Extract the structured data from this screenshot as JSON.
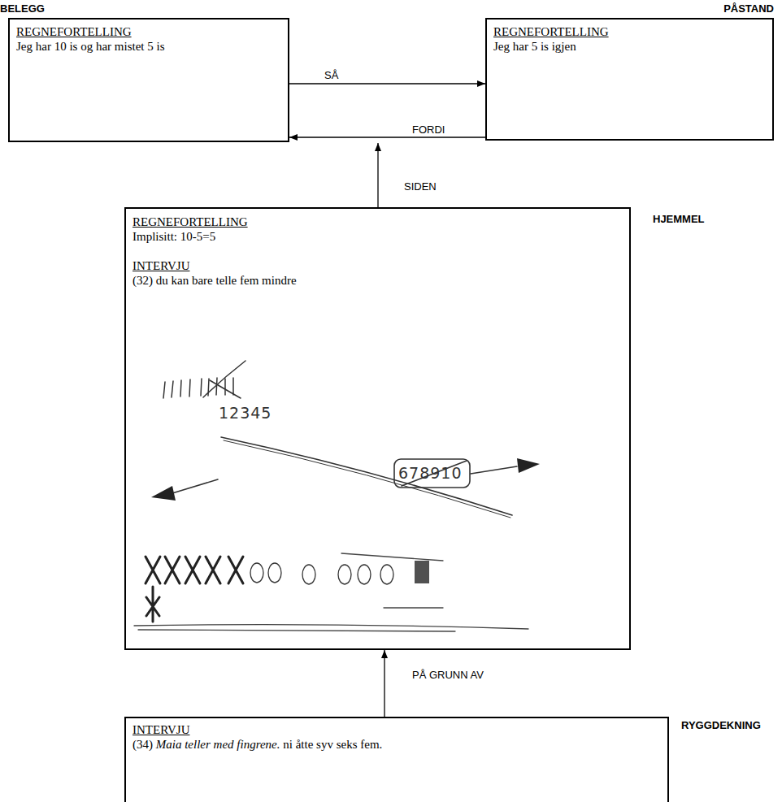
{
  "diagram": {
    "nodes": [
      {
        "text": [
          "BELEGG",
          "REGNEFORTELLING",
          "Jeg har 10 is og har mistet 5 is"
        ]
      },
      {
        "text": [
          "PÅSTAND",
          "REGNEFORTELLING",
          "Jeg har 5 is igjen"
        ]
      },
      {
        "text": [
          "HJEMMEL",
          "REGNEFORTELLING",
          "Implisitt: 10-5=5",
          "INTERVJU",
          "(32) du kan bare telle fem mindre"
        ]
      },
      {
        "text": [
          "RYGGDEKNING",
          "INTERVJU",
          "(34)",
          "Maia teller med fingrene.",
          "ni åtte syv seks fem."
        ]
      }
    ],
    "edges": [
      {
        "from": 0,
        "to": 1,
        "arrow": "to",
        "label": "SÅ"
      },
      {
        "from": 1,
        "to": 0,
        "arrow": "to",
        "label": "FORDI"
      },
      {
        "from": 3,
        "to": 2,
        "arrow": "to",
        "label": "PÅ GRUNN AV"
      }
    ],
    "labels": [
      "SIDEN",
      "12345",
      "678910"
    ]
  }
}
